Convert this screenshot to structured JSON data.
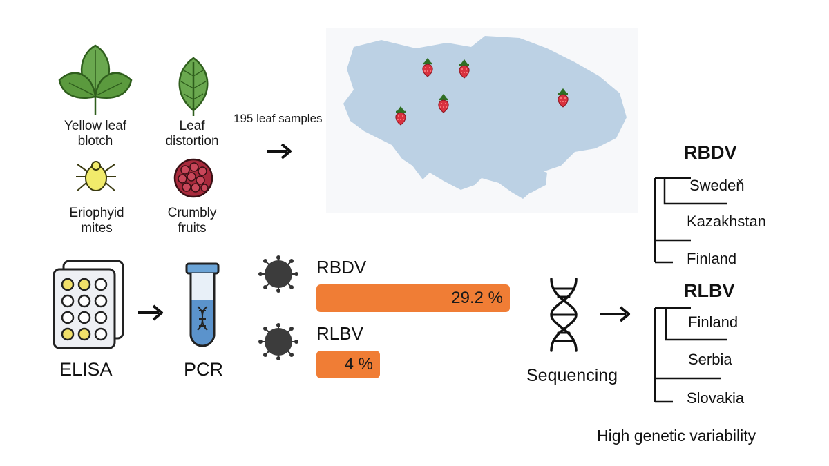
{
  "symptoms": {
    "yellow_leaf_blotch": "Yellow leaf\nblotch",
    "leaf_distortion": "Leaf\ndistortion",
    "eriophyid_mites": "Eriophyid\nmites",
    "crumbly_fruits": "Crumbly\nfruits"
  },
  "samples_label": "195 leaf samples",
  "methods": {
    "elisa": "ELISA",
    "pcr": "PCR",
    "sequencing": "Sequencing"
  },
  "viruses": [
    {
      "name": "RBDV",
      "value_label": "29.2 %",
      "percent": 29.2
    },
    {
      "name": "RLBV",
      "value_label": "4 %",
      "percent": 4
    }
  ],
  "trees": {
    "rbdv": {
      "title": "RBDV",
      "leaves": [
        "Swedeň",
        "Kazakhstan",
        "Finland"
      ]
    },
    "rlbv": {
      "title": "RLBV",
      "leaves": [
        "Finland",
        "Serbia",
        "Slovakia"
      ]
    }
  },
  "conclusion": "High genetic variability",
  "colors": {
    "bar": "#f07d35",
    "map": "#bcd1e4",
    "berry": "#d9313e",
    "leaf": "#5a9a3a"
  }
}
